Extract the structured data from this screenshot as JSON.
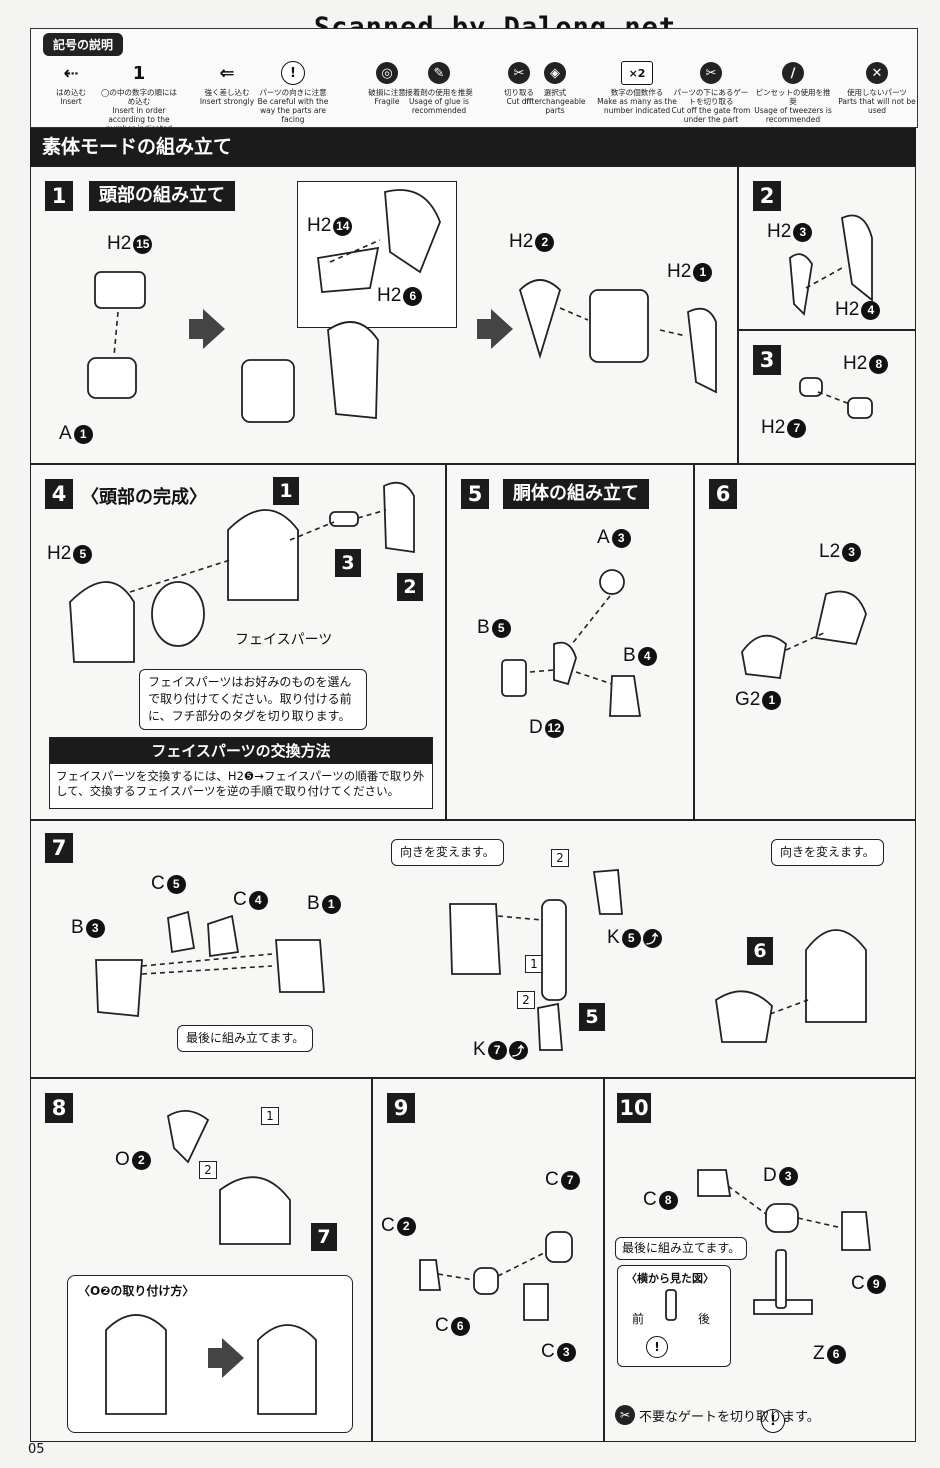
{
  "scan_header": "Scanned by Dalong.net",
  "legend": {
    "title": "記号の説明",
    "items": [
      {
        "icon": "dashed-arrow-icon",
        "jp": "はめ込む",
        "en": "Insert"
      },
      {
        "icon": "numbered-arrow-icon",
        "glyph": "1",
        "jp": "◯の中の数字の順にはめ込む",
        "en": "Insert in order according to the number indicated"
      },
      {
        "icon": "double-arrow-icon",
        "jp": "強く差し込む",
        "en": "Insert strongly"
      },
      {
        "icon": "caution-icon",
        "jp": "パーツの向きに注意",
        "en": "Be careful with the way the parts are facing"
      },
      {
        "icon": "fragile-icon",
        "jp": "破損に注意",
        "en": "Fragile"
      },
      {
        "icon": "glue-icon",
        "jp": "接着剤の使用を推奨",
        "en": "Usage of glue is recommended"
      },
      {
        "icon": "cut-icon",
        "jp": "切り取る",
        "en": "Cut off"
      },
      {
        "icon": "select-icon",
        "jp": "選択式",
        "en": "Interchangeable parts"
      },
      {
        "icon": "times-two-icon",
        "glyph": "×2",
        "jp": "数字の個数作る",
        "en": "Make as many as the number indicated"
      },
      {
        "icon": "gate-cut-icon",
        "jp": "パーツの下にあるゲートを切り取る",
        "en": "Cut off the gate from under the part"
      },
      {
        "icon": "tweezers-icon",
        "jp": "ピンセットの使用を推奨",
        "en": "Usage of tweezers is recommended"
      },
      {
        "icon": "not-used-icon",
        "glyph": "✕",
        "jp": "使用しないパーツ",
        "en": "Parts that will not be used"
      }
    ]
  },
  "section_title": "素体モードの組み立て",
  "steps": {
    "s1": {
      "num": "1",
      "title": "頭部の組み立て"
    },
    "s2": {
      "num": "2"
    },
    "s3": {
      "num": "3"
    },
    "s4": {
      "num": "4",
      "title": "〈頭部の完成〉"
    },
    "s5": {
      "num": "5",
      "title": "胴体の組み立て"
    },
    "s6": {
      "num": "6"
    },
    "s7": {
      "num": "7"
    },
    "s8": {
      "num": "8"
    },
    "s9": {
      "num": "9"
    },
    "s10": {
      "num": "10"
    }
  },
  "labels": {
    "s1": [
      {
        "t": "H2",
        "n": "15"
      },
      {
        "t": "A",
        "n": "1"
      },
      {
        "t": "H2",
        "n": "14"
      },
      {
        "t": "H2",
        "n": "6"
      },
      {
        "t": "H2",
        "n": "2"
      },
      {
        "t": "H2",
        "n": "1"
      }
    ],
    "s2": [
      {
        "t": "H2",
        "n": "3"
      },
      {
        "t": "H2",
        "n": "4"
      }
    ],
    "s3": [
      {
        "t": "H2",
        "n": "8"
      },
      {
        "t": "H2",
        "n": "7"
      }
    ],
    "s4": [
      {
        "t": "H2",
        "n": "5"
      }
    ],
    "s5": [
      {
        "t": "A",
        "n": "3"
      },
      {
        "t": "B",
        "n": "5"
      },
      {
        "t": "B",
        "n": "4"
      },
      {
        "t": "D",
        "n": "12"
      }
    ],
    "s6": [
      {
        "t": "L2",
        "n": "3"
      },
      {
        "t": "G2",
        "n": "1"
      }
    ],
    "s7": [
      {
        "t": "C",
        "n": "5"
      },
      {
        "t": "C",
        "n": "4"
      },
      {
        "t": "B",
        "n": "1"
      },
      {
        "t": "B",
        "n": "3"
      },
      {
        "t": "K",
        "n": "5"
      },
      {
        "t": "K",
        "n": "7"
      }
    ],
    "s8": [
      {
        "t": "O",
        "n": "2"
      }
    ],
    "s9": [
      {
        "t": "C",
        "n": "7"
      },
      {
        "t": "C",
        "n": "2"
      },
      {
        "t": "C",
        "n": "6"
      },
      {
        "t": "C",
        "n": "3"
      }
    ],
    "s10": [
      {
        "t": "D",
        "n": "3"
      },
      {
        "t": "C",
        "n": "8"
      },
      {
        "t": "C",
        "n": "9"
      },
      {
        "t": "Z",
        "n": "6"
      }
    ]
  },
  "step_refs": {
    "s4_a": "1",
    "s4_b": "3",
    "s4_c": "2",
    "s7_a": "5",
    "s7_b": "6",
    "s8_a": "7"
  },
  "order_marks": {
    "s7_1": "2",
    "s7_2": "1",
    "s7_3": "2",
    "s8_1": "1",
    "s8_2": "2"
  },
  "notes": {
    "face_parts": "フェイスパーツ",
    "face_note": "フェイスパーツはお好みのものを選んで取り付けてください。取り付ける前に、フチ部分のタグを切り取ります。",
    "face_swap_title": "フェイスパーツの交換方法",
    "face_swap_body": "フェイスパーツを交換するには、H2❺→フェイスパーツの順番で取り外して、交換するフェイスパーツを逆の手順で取り付けてください。",
    "turn_around_1": "向きを変えます。",
    "turn_around_2": "向きを変えます。",
    "assemble_last_7": "最後に組み立てます。",
    "o2_attach": "〈O❷の取り付け方〉",
    "assemble_last_10": "最後に組み立てます。",
    "side_view": "〈横から見た図〉",
    "front": "前",
    "back": "後",
    "cut_gate": "不要なゲートを切り取ります。"
  },
  "page_number": "05"
}
